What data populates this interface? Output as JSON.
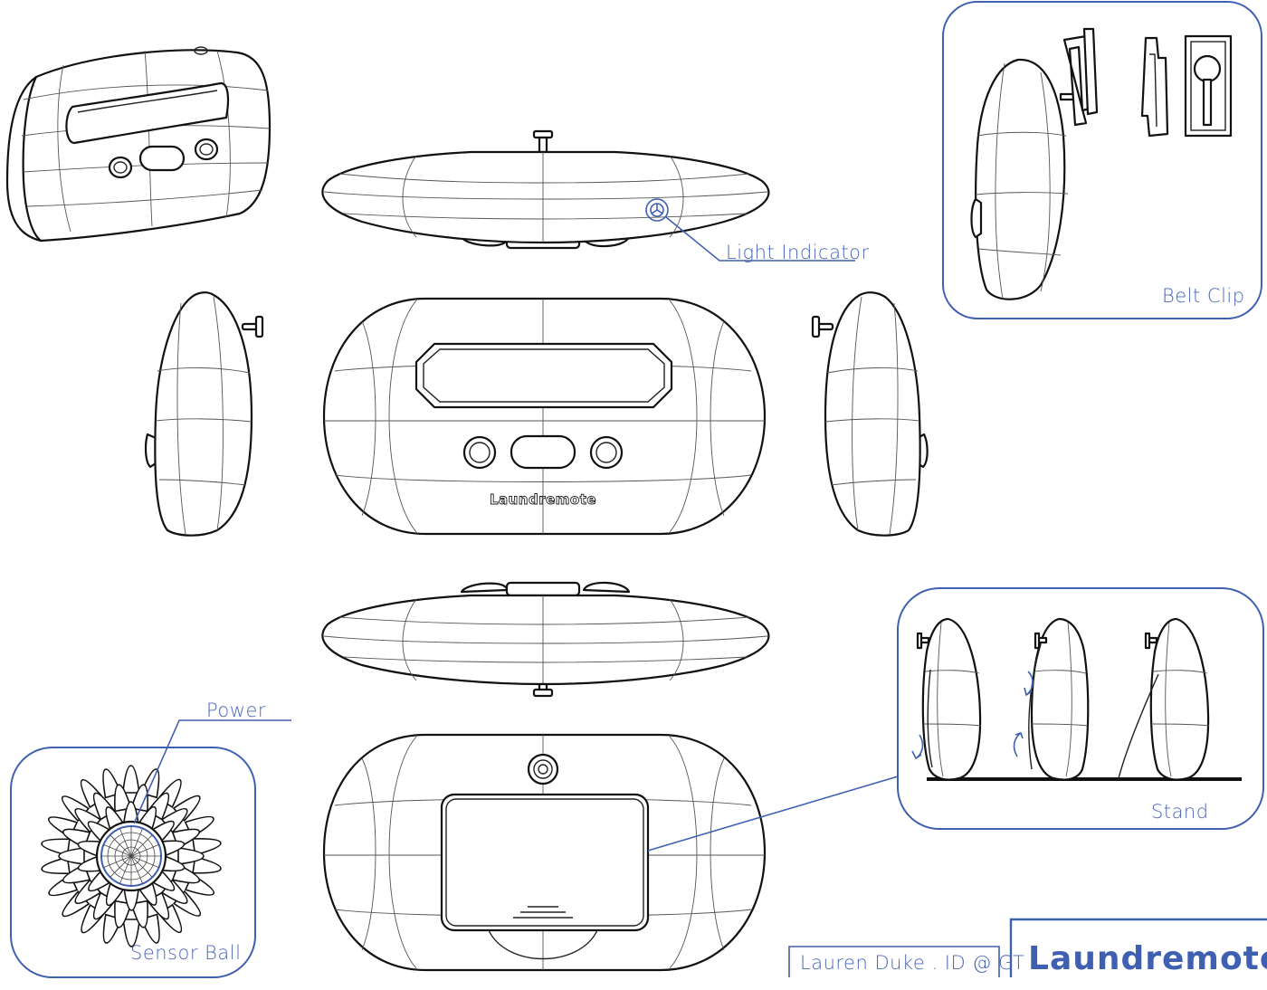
{
  "labels": {
    "light_indicator": "Light Indicator",
    "belt_clip": "Belt Clip",
    "power": "Power",
    "sensor_ball": "Sensor Ball",
    "stand": "Stand",
    "author": "Lauren Duke . ID @ GT",
    "brand_title": "Laundremote",
    "device_engraving": "Laundremote"
  },
  "colors": {
    "annotation_blue": "#3f5fb0",
    "line_black": "#111111",
    "paper": "#ffffff"
  }
}
